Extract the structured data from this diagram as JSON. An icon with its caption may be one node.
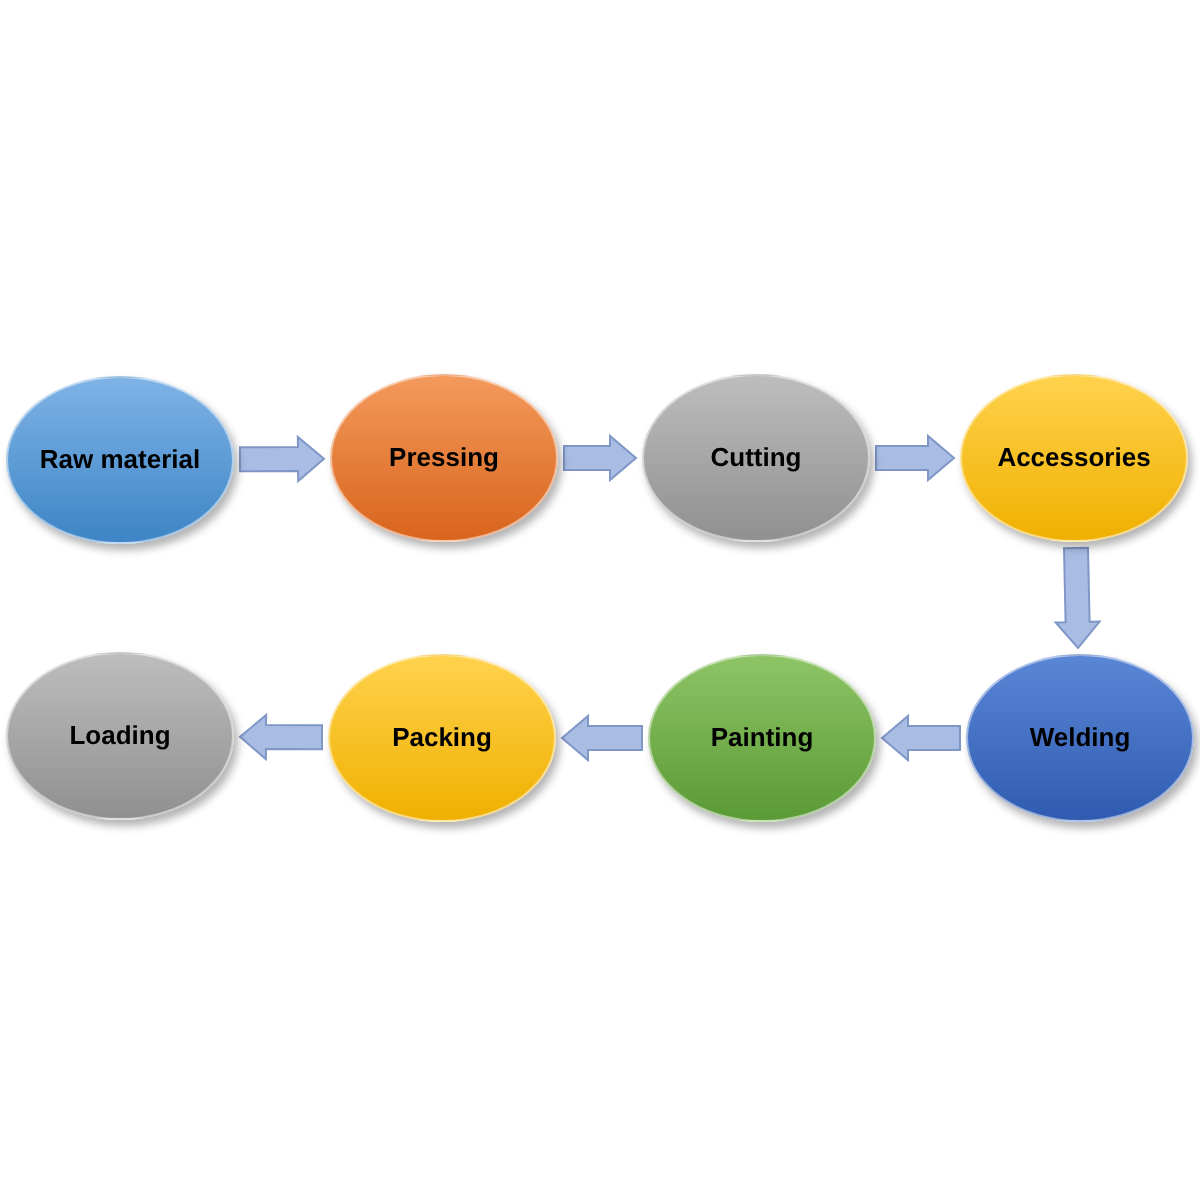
{
  "diagram": {
    "nodes": [
      {
        "text": [
          "Raw material"
        ]
      },
      {
        "text": [
          "Pressing"
        ]
      },
      {
        "text": [
          "Cutting"
        ]
      },
      {
        "text": [
          "Accessories"
        ]
      },
      {
        "text": [
          "Welding"
        ]
      },
      {
        "text": [
          "Painting"
        ]
      },
      {
        "text": [
          "Packing"
        ]
      },
      {
        "text": [
          "Loading"
        ]
      }
    ],
    "edges": [
      {
        "from": 0,
        "to": 1,
        "arrow": "to"
      },
      {
        "from": 1,
        "to": 2,
        "arrow": "to"
      },
      {
        "from": 2,
        "to": 3,
        "arrow": "to"
      },
      {
        "from": 3,
        "to": 4,
        "arrow": "to"
      },
      {
        "from": 4,
        "to": 5,
        "arrow": "to"
      },
      {
        "from": 5,
        "to": 6,
        "arrow": "to"
      },
      {
        "from": 6,
        "to": 7,
        "arrow": "to"
      }
    ]
  }
}
